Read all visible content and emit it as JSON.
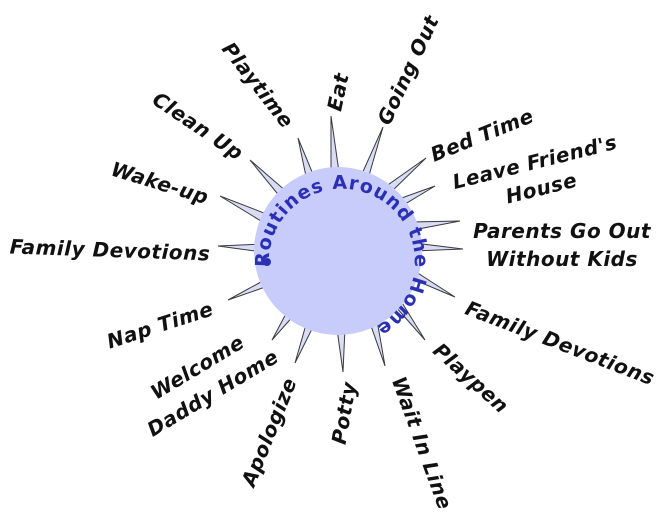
{
  "center": {
    "title": "Routines Around the Home",
    "colors": {
      "hub": "#c7ccfb",
      "text": "#2a2fb4",
      "ray_fill": "#d8dcf6",
      "ray_stroke": "#3a3a3a"
    }
  },
  "routines": [
    {
      "id": "playtime",
      "lines": [
        "Playtime"
      ]
    },
    {
      "id": "eat",
      "lines": [
        "Eat"
      ]
    },
    {
      "id": "going-out",
      "lines": [
        "Going Out"
      ]
    },
    {
      "id": "bed-time",
      "lines": [
        "Bed Time"
      ]
    },
    {
      "id": "leave-friends-house",
      "lines": [
        "Leave Friend's",
        "House"
      ]
    },
    {
      "id": "parents-go-out",
      "lines": [
        "Parents Go Out",
        "Without Kids"
      ]
    },
    {
      "id": "family-devotions-right",
      "lines": [
        "Family Devotions"
      ]
    },
    {
      "id": "playpen",
      "lines": [
        "Playpen"
      ]
    },
    {
      "id": "wait-in-line",
      "lines": [
        "Wait In Line"
      ]
    },
    {
      "id": "potty",
      "lines": [
        "Potty"
      ]
    },
    {
      "id": "apologize",
      "lines": [
        "Apologize"
      ]
    },
    {
      "id": "welcome-daddy-home",
      "lines": [
        "Welcome",
        "Daddy Home"
      ]
    },
    {
      "id": "nap-time",
      "lines": [
        "Nap Time"
      ]
    },
    {
      "id": "family-devotions-left",
      "lines": [
        "Family Devotions"
      ]
    },
    {
      "id": "wake-up",
      "lines": [
        "Wake-up"
      ]
    },
    {
      "id": "clean-up",
      "lines": [
        "Clean Up"
      ]
    }
  ]
}
